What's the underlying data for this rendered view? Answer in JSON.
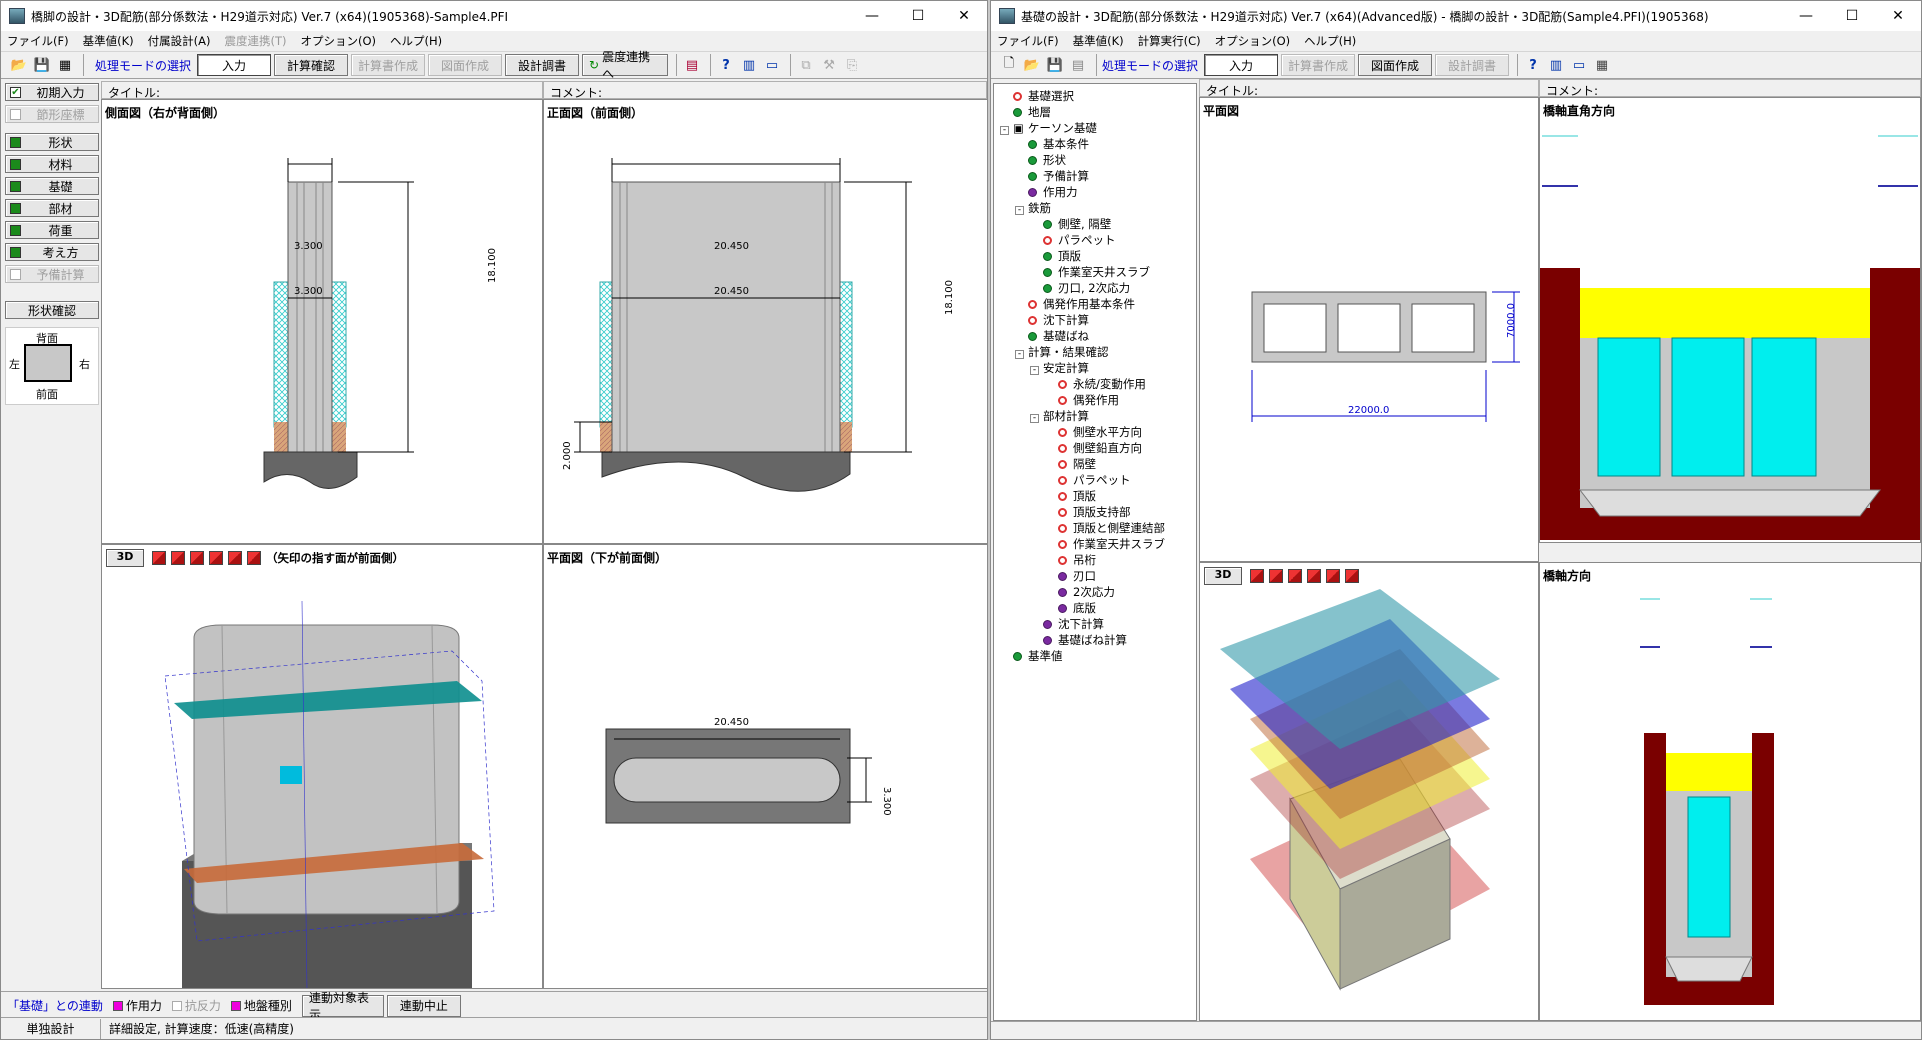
{
  "left": {
    "title": "橋脚の設計・3D配筋(部分係数法・H29道示対応) Ver.7 (x64)(1905368)-Sample4.PFI",
    "menu": [
      "ファイル(F)",
      "基準値(K)",
      "付属設計(A)",
      "震度連携(T)",
      "オプション(O)",
      "ヘルプ(H)"
    ],
    "toolbar": {
      "mode_label": "処理モードの選択",
      "buttons": [
        "入力",
        "計算確認",
        "計算書作成",
        "図面作成",
        "設計調書",
        "震度連携へ"
      ]
    },
    "sidebar": {
      "items": [
        "初期入力",
        "節形座標",
        "形状",
        "材料",
        "基礎",
        "部材",
        "荷重",
        "考え方",
        "予備計算"
      ],
      "shape_check": "形状確認",
      "dir": {
        "back": "背面",
        "front": "前面",
        "left": "左",
        "right": "右"
      }
    },
    "labels": {
      "title": "タイトル:",
      "comment": "コメント:"
    },
    "panels": {
      "side": "側面図（右が背面側）",
      "front": "正面図（前面側）",
      "view3d": "（矢印の指す面が前面側）",
      "plan": "平面図（下が前面側）",
      "btn3d": "3D"
    },
    "dims": {
      "side_w": "3.300",
      "side_h": "18.100",
      "front_w": "20.450",
      "front_h": "18.100",
      "front_base": "2.000",
      "plan_w": "20.450",
      "plan_d": "3.300"
    },
    "linkbar": {
      "link": "「基礎」との連動",
      "items": [
        "作用力",
        "抗反力",
        "地盤種別"
      ],
      "btn1": "連動対象表示",
      "btn2": "連動中止"
    },
    "status": {
      "mode": "単独設計",
      "detail": "詳細設定, 計算速度：低速(高精度)"
    }
  },
  "right": {
    "title": "基礎の設計・3D配筋(部分係数法・H29道示対応) Ver.7 (x64)(Advanced版) - 橋脚の設計・3D配筋(Sample4.PFI)(1905368)",
    "menu": [
      "ファイル(F)",
      "基準値(K)",
      "計算実行(C)",
      "オプション(O)",
      "ヘルプ(H)"
    ],
    "toolbar": {
      "mode_label": "処理モードの選択",
      "buttons": [
        "入力",
        "計算書作成",
        "図面作成",
        "設計調書"
      ]
    },
    "labels": {
      "title": "タイトル:",
      "comment": "コメント:"
    },
    "panels": {
      "plan": "平面図",
      "perp": "橋軸直角方向",
      "axis": "橋軸方向",
      "btn3d": "3D"
    },
    "dims": {
      "plan_w": "22000.0",
      "plan_h": "7000.0"
    },
    "tree": [
      {
        "label": "基礎選択",
        "icon": "red",
        "lvl": 0
      },
      {
        "label": "地層",
        "icon": "green",
        "lvl": 0
      },
      {
        "label": "ケーソン基礎",
        "icon": "box",
        "lvl": 0,
        "exp": "-"
      },
      {
        "label": "基本条件",
        "icon": "green",
        "lvl": 1
      },
      {
        "label": "形状",
        "icon": "green",
        "lvl": 1
      },
      {
        "label": "予備計算",
        "icon": "green",
        "lvl": 1
      },
      {
        "label": "作用力",
        "icon": "purple",
        "lvl": 1
      },
      {
        "label": "鉄筋",
        "icon": "none",
        "lvl": 1,
        "exp": "-"
      },
      {
        "label": "側壁, 隔壁",
        "icon": "green",
        "lvl": 2
      },
      {
        "label": "パラペット",
        "icon": "red",
        "lvl": 2
      },
      {
        "label": "頂版",
        "icon": "green",
        "lvl": 2
      },
      {
        "label": "作業室天井スラブ",
        "icon": "green",
        "lvl": 2
      },
      {
        "label": "刃口, 2次応力",
        "icon": "green",
        "lvl": 2
      },
      {
        "label": "偶発作用基本条件",
        "icon": "red",
        "lvl": 1
      },
      {
        "label": "沈下計算",
        "icon": "red",
        "lvl": 1
      },
      {
        "label": "基礎ばね",
        "icon": "green",
        "lvl": 1
      },
      {
        "label": "計算・結果確認",
        "icon": "none",
        "lvl": 1,
        "exp": "-"
      },
      {
        "label": "安定計算",
        "icon": "none",
        "lvl": 2,
        "exp": "-"
      },
      {
        "label": "永続/変動作用",
        "icon": "red",
        "lvl": 3
      },
      {
        "label": "偶発作用",
        "icon": "red",
        "lvl": 3
      },
      {
        "label": "部材計算",
        "icon": "none",
        "lvl": 2,
        "exp": "-"
      },
      {
        "label": "側壁水平方向",
        "icon": "red",
        "lvl": 3
      },
      {
        "label": "側壁鉛直方向",
        "icon": "red",
        "lvl": 3
      },
      {
        "label": "隔壁",
        "icon": "red",
        "lvl": 3
      },
      {
        "label": "パラペット",
        "icon": "red",
        "lvl": 3
      },
      {
        "label": "頂版",
        "icon": "red",
        "lvl": 3
      },
      {
        "label": "頂版支持部",
        "icon": "red",
        "lvl": 3
      },
      {
        "label": "頂版と側壁連結部",
        "icon": "red",
        "lvl": 3
      },
      {
        "label": "作業室天井スラブ",
        "icon": "red",
        "lvl": 3
      },
      {
        "label": "吊桁",
        "icon": "red",
        "lvl": 3
      },
      {
        "label": "刃口",
        "icon": "purple",
        "lvl": 3
      },
      {
        "label": "2次応力",
        "icon": "purple",
        "lvl": 3
      },
      {
        "label": "底版",
        "icon": "purple",
        "lvl": 3
      },
      {
        "label": "沈下計算",
        "icon": "purple",
        "lvl": 2
      },
      {
        "label": "基礎ばね計算",
        "icon": "purple",
        "lvl": 2
      },
      {
        "label": "基準値",
        "icon": "green",
        "lvl": 0
      }
    ]
  },
  "colors": {
    "accent": "#0000cc",
    "concrete": "#c8c8c8",
    "dark": "#7a0000",
    "yellow": "#ffff00",
    "cyan": "#00e5e5"
  }
}
